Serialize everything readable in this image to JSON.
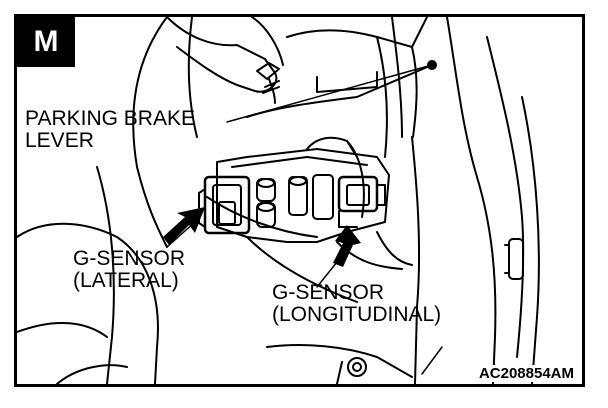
{
  "figure": {
    "section_letter": "M",
    "figure_code": "AC208854AM",
    "callouts": {
      "parking_brake": {
        "line1": "PARKING BRAKE",
        "line2": "LEVER"
      },
      "g_sensor_lateral": {
        "line1": "G-SENSOR",
        "line2": "(LATERAL)"
      },
      "g_sensor_longitudinal": {
        "line1": "G-SENSOR",
        "line2": "(LONGITUDINAL)"
      }
    }
  }
}
